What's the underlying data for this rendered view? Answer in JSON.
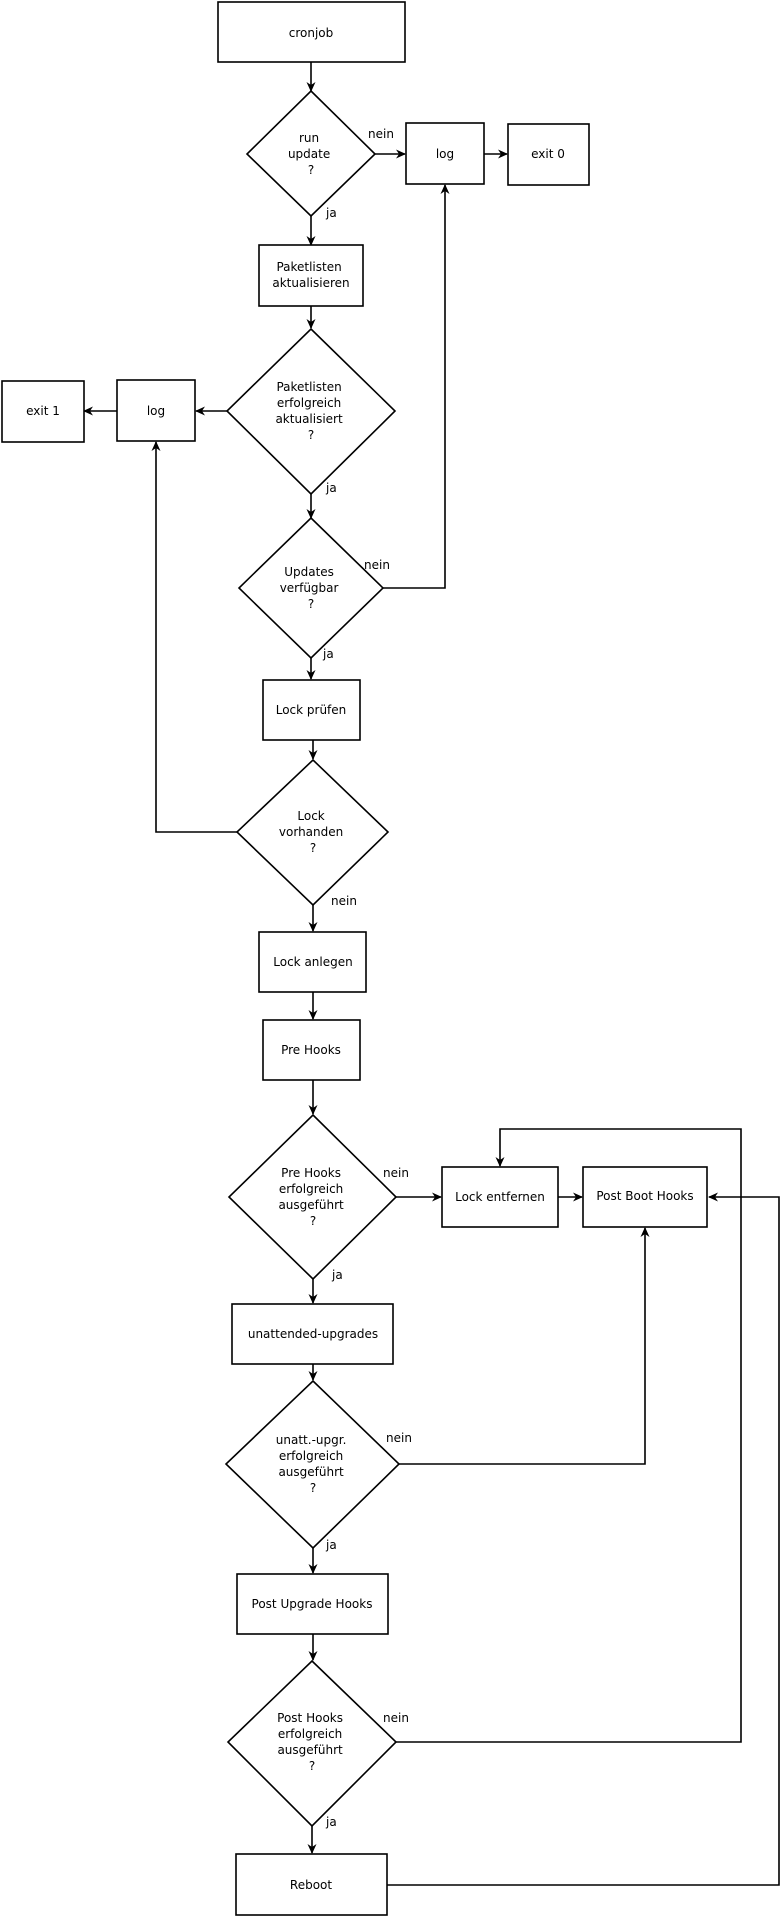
{
  "diagram": {
    "nodes": {
      "cronjob": {
        "lines": [
          "cronjob"
        ]
      },
      "run_update": {
        "lines": [
          "run",
          "update",
          "?"
        ]
      },
      "log_top": {
        "lines": [
          "log"
        ]
      },
      "exit_0": {
        "lines": [
          "exit 0"
        ]
      },
      "paketlisten_aktualisieren": {
        "lines": [
          "Paketlisten",
          "aktualisieren"
        ]
      },
      "paketlisten_ok": {
        "lines": [
          "Paketlisten",
          "erfolgreich",
          "aktualisiert",
          "?"
        ]
      },
      "log_left": {
        "lines": [
          "log"
        ]
      },
      "exit_1": {
        "lines": [
          "exit 1"
        ]
      },
      "updates_verfuegbar": {
        "lines": [
          "Updates",
          "verfügbar",
          "?"
        ]
      },
      "lock_pruefen": {
        "lines": [
          "Lock prüfen"
        ]
      },
      "lock_vorhanden": {
        "lines": [
          "Lock",
          "vorhanden",
          "?"
        ]
      },
      "lock_anlegen": {
        "lines": [
          "Lock anlegen"
        ]
      },
      "pre_hooks": {
        "lines": [
          "Pre Hooks"
        ]
      },
      "pre_hooks_ok": {
        "lines": [
          "Pre Hooks",
          "erfolgreich",
          "ausgeführt",
          "?"
        ]
      },
      "lock_entfernen": {
        "lines": [
          "Lock entfernen"
        ]
      },
      "post_boot_hooks": {
        "lines": [
          "Post Boot Hooks"
        ]
      },
      "unattended_upgrades": {
        "lines": [
          "unattended-upgrades"
        ]
      },
      "unatt_ok": {
        "lines": [
          "unatt.-upgr.",
          "erfolgreich",
          "ausgeführt",
          "?"
        ]
      },
      "post_upgrade_hooks": {
        "lines": [
          "Post Upgrade Hooks"
        ]
      },
      "post_hooks_ok": {
        "lines": [
          "Post Hooks",
          "erfolgreich",
          "ausgeführt",
          "?"
        ]
      },
      "reboot": {
        "lines": [
          "Reboot"
        ]
      }
    },
    "edge_labels": {
      "yes": "ja",
      "no": "nein"
    }
  }
}
